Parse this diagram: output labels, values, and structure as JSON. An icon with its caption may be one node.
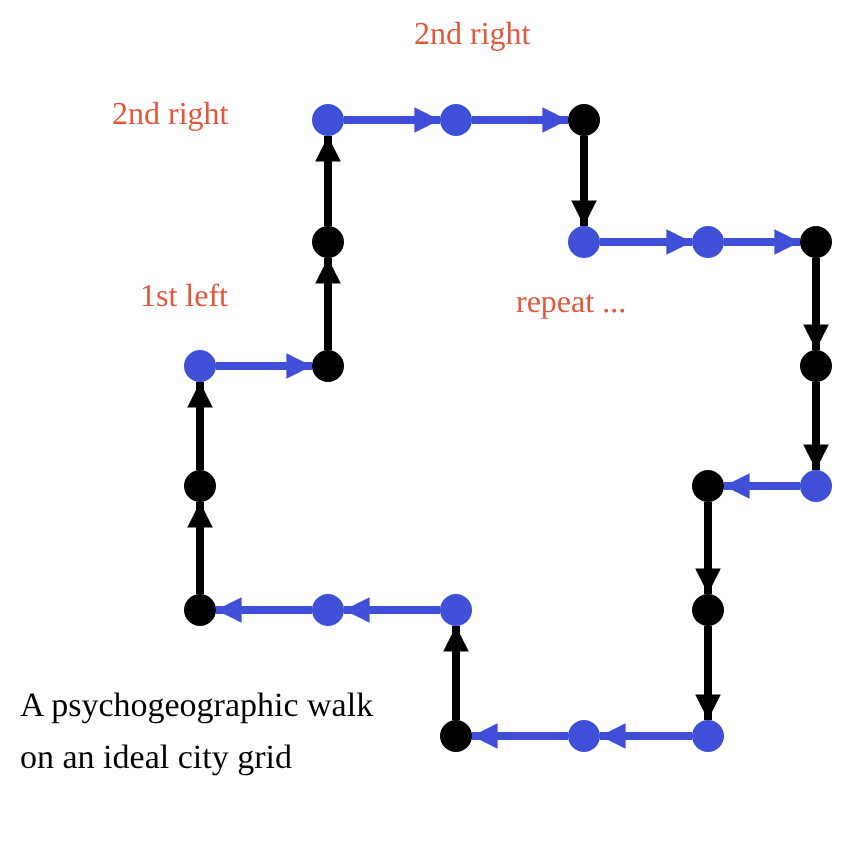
{
  "diagram": {
    "caption": "A psychogeographic walk on an ideal city grid",
    "nodes": [
      {
        "text": [],
        "shape": "circle"
      },
      {
        "text": [],
        "shape": "circle"
      },
      {
        "text": [],
        "shape": "circle"
      },
      {
        "text": [],
        "shape": "circle"
      },
      {
        "text": [],
        "shape": "circle"
      },
      {
        "text": [],
        "shape": "circle"
      },
      {
        "text": [],
        "shape": "circle"
      },
      {
        "text": [],
        "shape": "circle"
      },
      {
        "text": [],
        "shape": "circle"
      },
      {
        "text": [],
        "shape": "circle"
      },
      {
        "text": [],
        "shape": "circle"
      },
      {
        "text": [],
        "shape": "circle"
      },
      {
        "text": [],
        "shape": "circle"
      },
      {
        "text": [],
        "shape": "circle"
      },
      {
        "text": [],
        "shape": "circle"
      },
      {
        "text": [],
        "shape": "circle"
      },
      {
        "text": [],
        "shape": "circle"
      },
      {
        "text": [],
        "shape": "circle"
      },
      {
        "text": [],
        "shape": "circle"
      },
      {
        "text": [],
        "shape": "circle"
      }
    ],
    "edges": [
      {
        "from": 7,
        "to": 8,
        "arrow": "to"
      },
      {
        "from": 8,
        "to": 3,
        "arrow": "to",
        "color": "#000000"
      },
      {
        "from": 3,
        "to": 0,
        "arrow": "to",
        "color": "#000000"
      },
      {
        "from": 0,
        "to": 1,
        "arrow": "to"
      },
      {
        "from": 1,
        "to": 2,
        "arrow": "to"
      },
      {
        "from": 2,
        "to": 4,
        "arrow": "to",
        "color": "#000000"
      },
      {
        "from": 4,
        "to": 5,
        "arrow": "to"
      },
      {
        "from": 5,
        "to": 6,
        "arrow": "to"
      },
      {
        "from": 6,
        "to": 9,
        "arrow": "to",
        "color": "#000000"
      },
      {
        "from": 9,
        "to": 12,
        "arrow": "to",
        "color": "#000000"
      },
      {
        "from": 12,
        "to": 11,
        "arrow": "to"
      },
      {
        "from": 11,
        "to": 16,
        "arrow": "to",
        "color": "#000000"
      },
      {
        "from": 16,
        "to": 19,
        "arrow": "to",
        "color": "#000000"
      },
      {
        "from": 19,
        "to": 18,
        "arrow": "to"
      },
      {
        "from": 18,
        "to": 17,
        "arrow": "to"
      },
      {
        "from": 17,
        "to": 15,
        "arrow": "to",
        "color": "#000000"
      },
      {
        "from": 15,
        "to": 14,
        "arrow": "to"
      },
      {
        "from": 14,
        "to": 13,
        "arrow": "to"
      },
      {
        "from": 13,
        "to": 10,
        "arrow": "to",
        "color": "#000000"
      },
      {
        "from": 10,
        "to": 7,
        "arrow": "to",
        "color": "#000000"
      }
    ],
    "labels": [
      "2nd right",
      "2nd right",
      "1st left",
      "repeat ..."
    ]
  }
}
